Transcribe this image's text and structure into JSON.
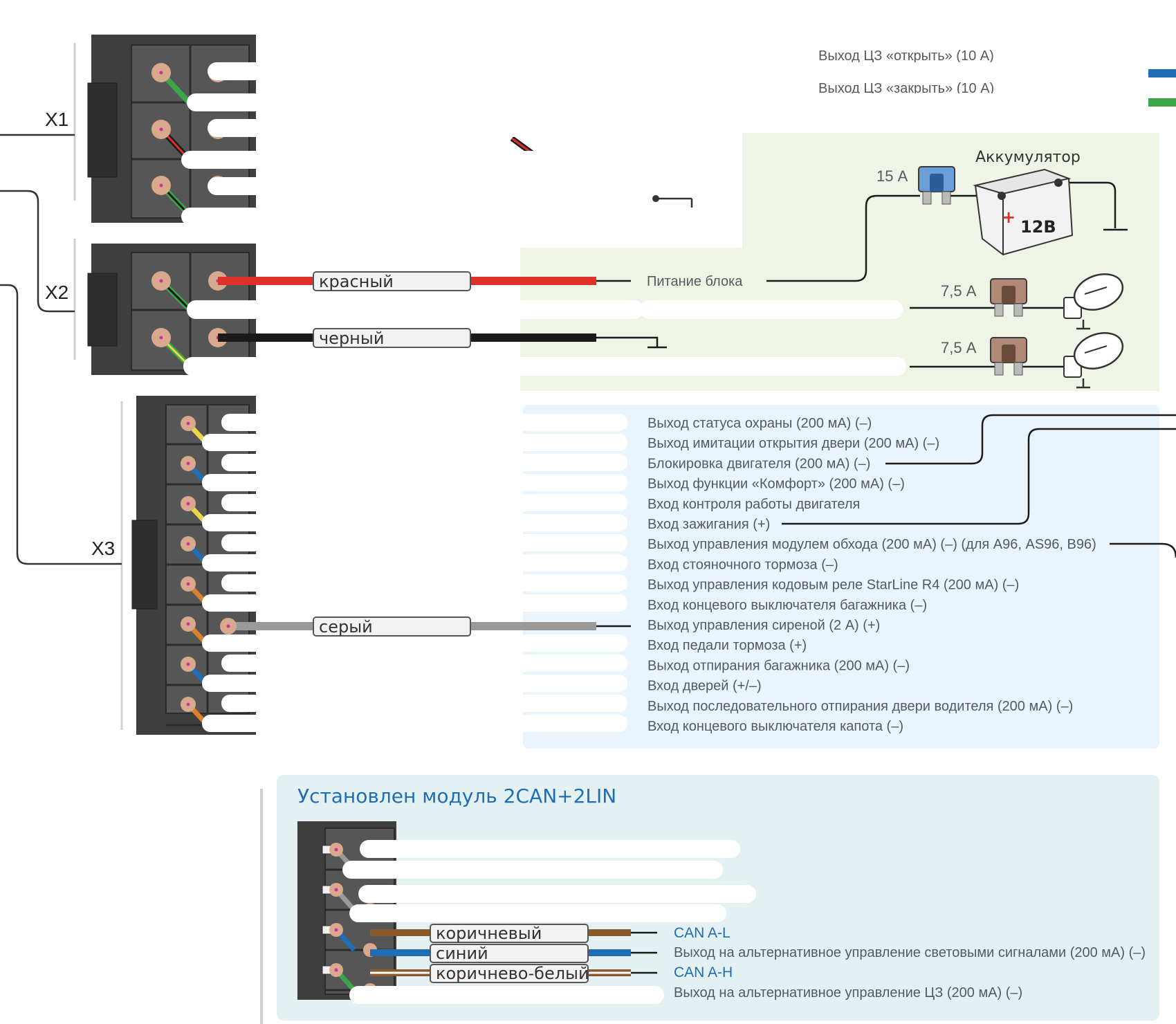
{
  "connectors": {
    "x1": "X1",
    "x2": "X2",
    "x3": "X3"
  },
  "x1_outputs": {
    "lock_open": "Выход ЦЗ «открыть» (10 А)",
    "lock_close": "Выход ЦЗ «закрыть» (10 А)"
  },
  "power": {
    "battery_label": "Аккумулятор",
    "battery_voltage": "12В",
    "fuse_main": "15 А",
    "fuse_light_1": "7,5 А",
    "fuse_light_2": "7,5 А",
    "unit_power": "Питание блока"
  },
  "x2_wires": {
    "red": "красный",
    "black": "черный"
  },
  "x3_wire": {
    "grey": "серый"
  },
  "x3_pins": [
    "Выход статуса охраны (200 мА) (–)",
    "Выход имитации открытия двери (200 мА) (–)",
    "Блокировка двигателя (200 мА) (–)",
    "Выход функции «Комфорт» (200 мА) (–)",
    "Вход контроля работы двигателя",
    "Вход зажигания (+)",
    "Выход управления модулем обхода (200 мА) (–) (для А96, AS96, B96)",
    "Вход стояночного тормоза (–)",
    "Выход управления кодовым реле StarLine R4 (200 мА) (–)",
    "Вход концевого выключателя багажника (–)",
    "Выход управления сиреной (2 А) (+)",
    "Вход педали тормоза (+)",
    "Выход отпирания багажника (200 мА) (–)",
    "Вход дверей (+/–)",
    "Выход последовательного отпирания двери водителя (200 мА) (–)",
    "Вход концевого выключателя капота (–)"
  ],
  "module": {
    "title": "Установлен модуль 2CAN+2LIN",
    "wires": [
      "коричневый",
      "синий",
      "коричнево-белый"
    ],
    "pins": [
      "CAN A-L",
      "Выход на альтернативное управление световыми сигналами (200 мА) (–)",
      "CAN A-H",
      "Выход на альтернативное управление ЦЗ (200 мА) (–)"
    ]
  },
  "colors": {
    "power_panel": "#eef5e6",
    "pins_panel": "#eaf4fc",
    "module_panel": "#e4f1f2",
    "wire_red": "#e0302a",
    "wire_black": "#1a1a1a",
    "wire_grey": "#9a9a9a",
    "wire_blue": "#1f6eb5",
    "wire_green": "#3aa648",
    "wire_brown": "#8b5a2b",
    "can_text": "#1f6eb5"
  }
}
